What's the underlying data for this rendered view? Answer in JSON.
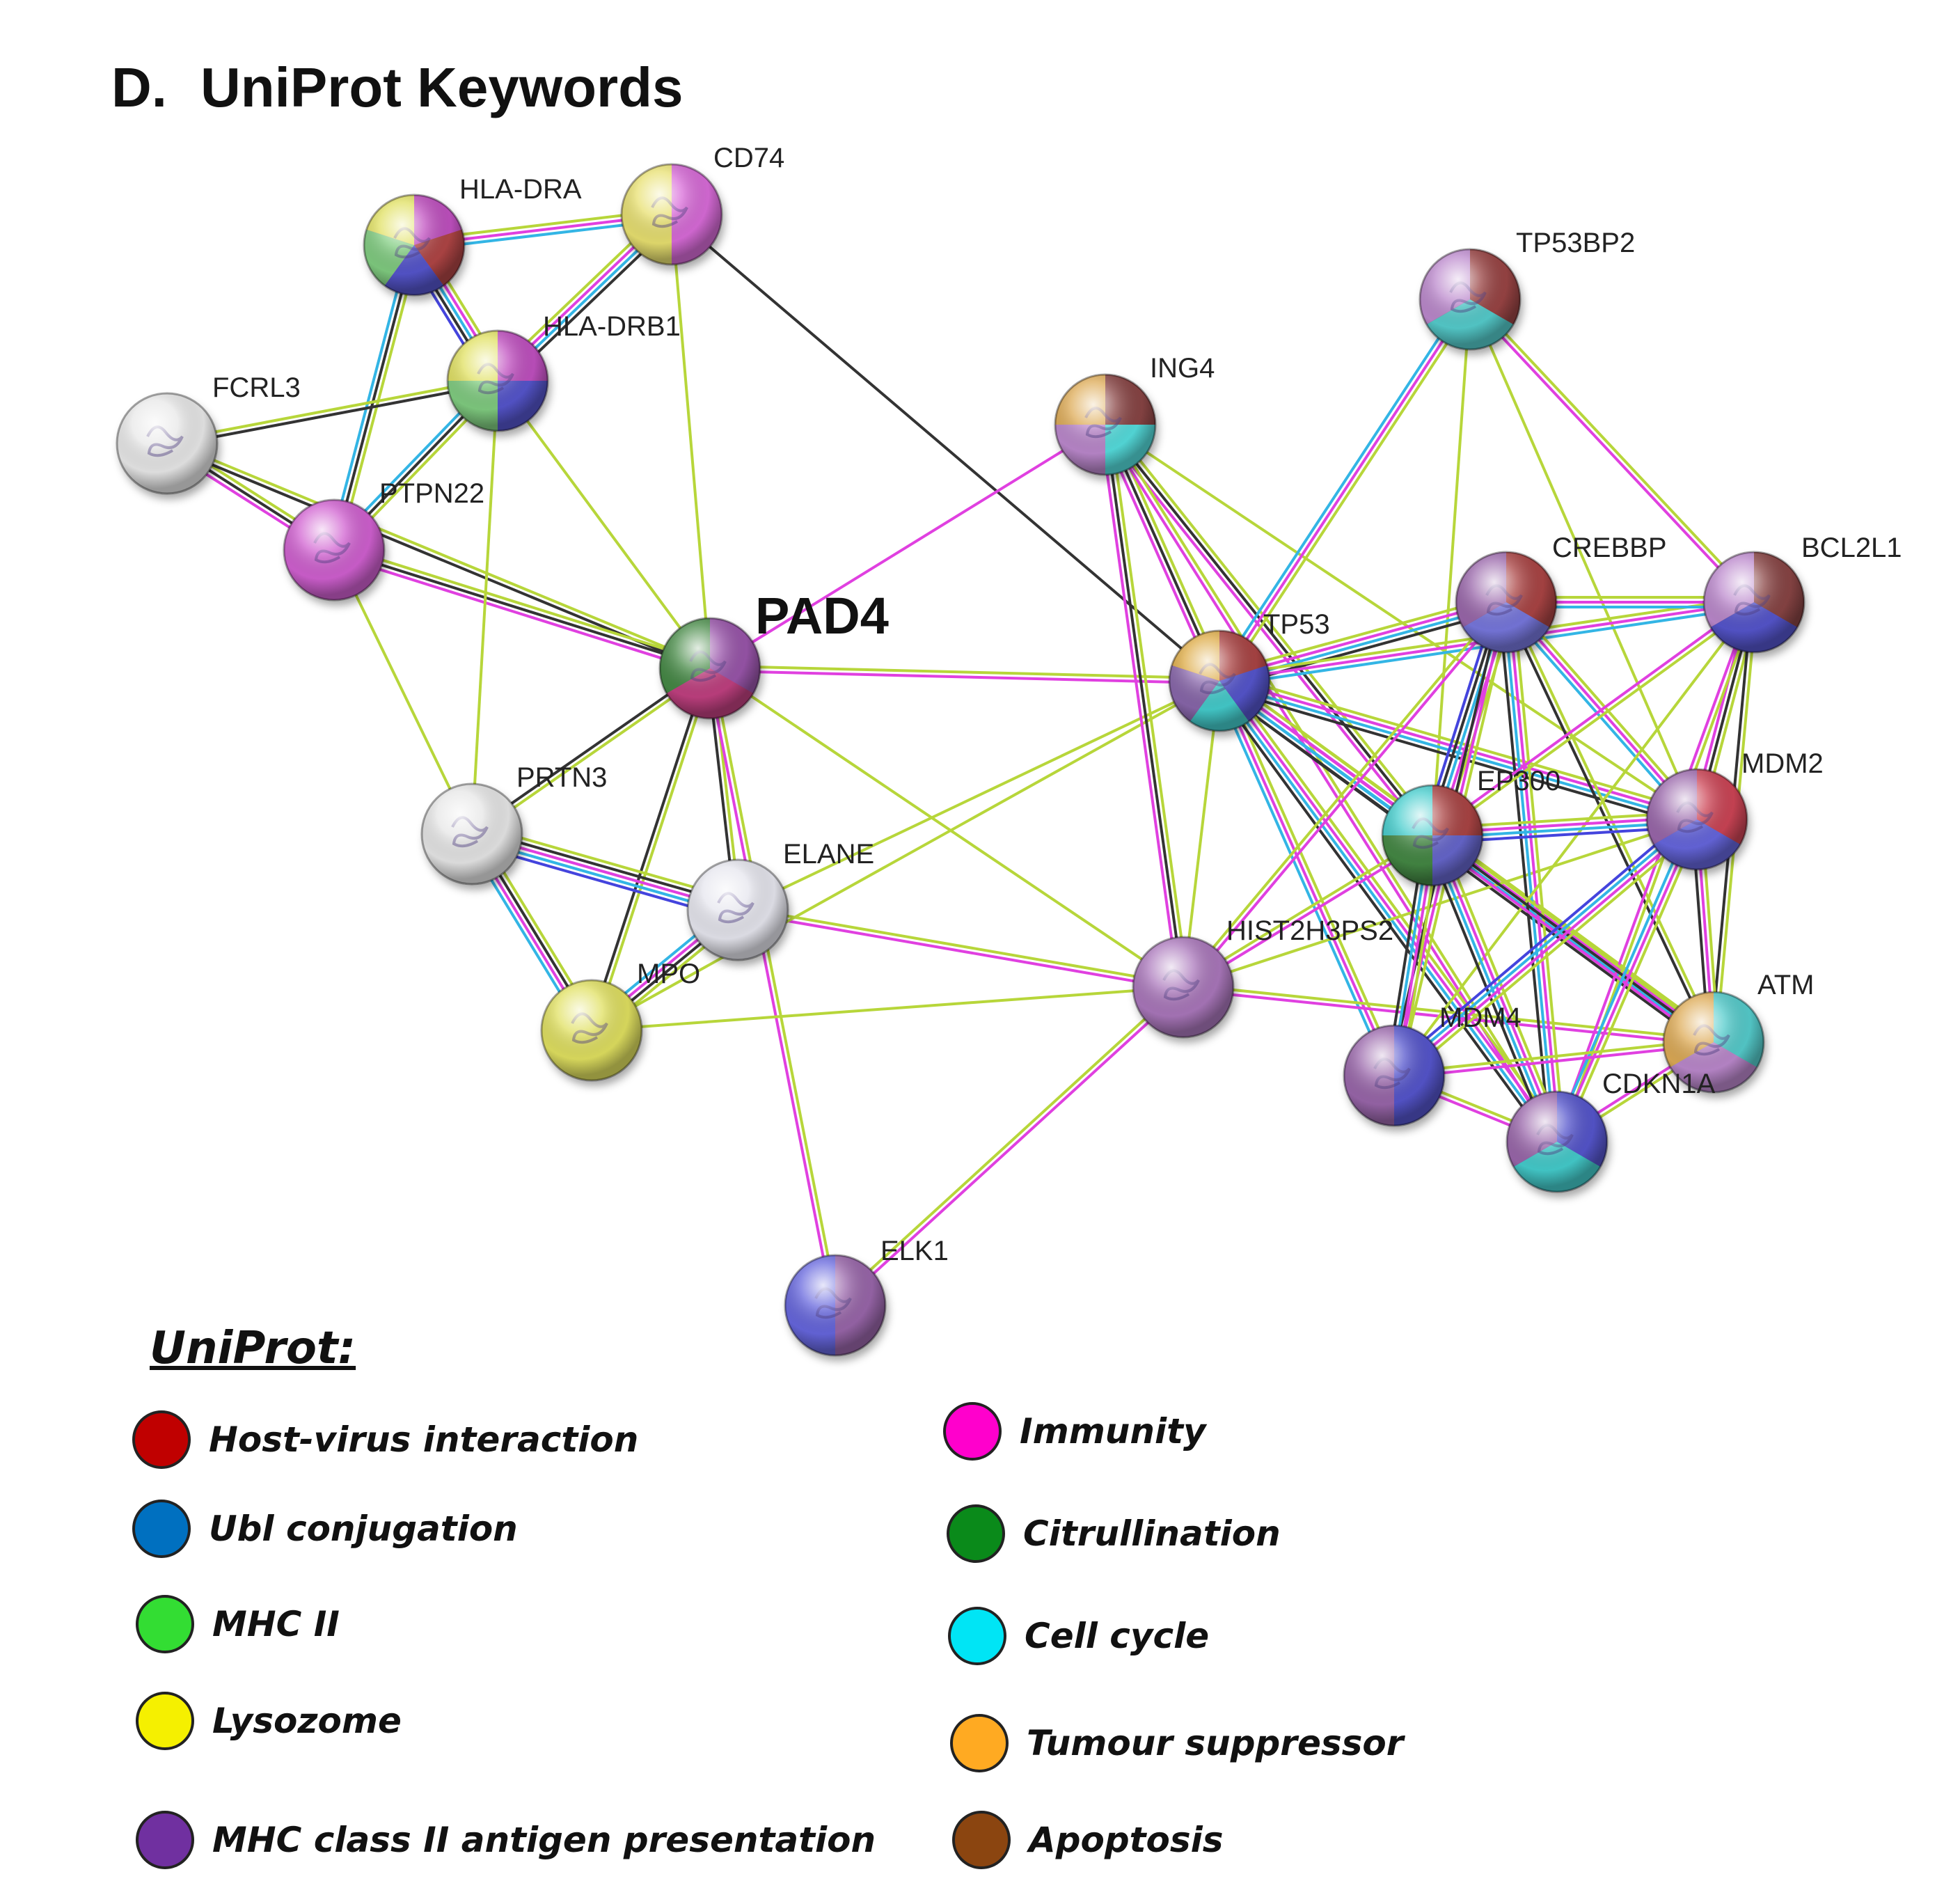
{
  "panel": {
    "letter": "D.",
    "title": "UniProt Keywords"
  },
  "legend": {
    "heading": "UniProt:",
    "items": [
      {
        "key": "host_virus",
        "label": "Host-virus interaction",
        "color": "#c00000"
      },
      {
        "key": "ubl",
        "label": "Ubl conjugation",
        "color": "#0070c0"
      },
      {
        "key": "mhc2",
        "label": "MHC II",
        "color": "#33dd33"
      },
      {
        "key": "lysosome",
        "label": "Lysozome",
        "color": "#f5f000"
      },
      {
        "key": "mhc2_antigen",
        "label": "MHC class II antigen presentation",
        "color": "#7030a0"
      },
      {
        "key": "immunity",
        "label": "Immunity",
        "color": "#ff00cc"
      },
      {
        "key": "citrullination",
        "label": "Citrullination",
        "color": "#0a8a1a"
      },
      {
        "key": "cell_cycle",
        "label": "Cell cycle",
        "color": "#00e5f5"
      },
      {
        "key": "tumour",
        "label": "Tumour suppressor",
        "color": "#ffaa22"
      },
      {
        "key": "apoptosis",
        "label": "Apoptosis",
        "color": "#8b4510"
      }
    ]
  },
  "network": {
    "edge_colors": {
      "textmining": "#b7d63a",
      "coexpression": "#333333",
      "experiments": "#e040e0",
      "databases": "#33b5e5",
      "homology": "#4444dd"
    },
    "nodes": [
      {
        "id": "CD74",
        "label": "CD74",
        "slices": [
          "#d86bd8",
          "#e8e070"
        ]
      },
      {
        "id": "HLA-DRA",
        "label": "HLA-DRA",
        "slices": [
          "#c050c0",
          "#b04545",
          "#5555cc",
          "#80cc80",
          "#e0e060"
        ]
      },
      {
        "id": "HLA-DRB1",
        "label": "HLA-DRB1",
        "slices": [
          "#c050c0",
          "#5555cc",
          "#80cc80",
          "#e0e060"
        ]
      },
      {
        "id": "FCRL3",
        "label": "FCRL3",
        "slices": [
          "#e8e8e8"
        ]
      },
      {
        "id": "PTPN22",
        "label": "PTPN22",
        "slices": [
          "#d060d0"
        ]
      },
      {
        "id": "PAD4",
        "label": "PAD4",
        "slices": [
          "#9955aa",
          "#c04080",
          "#448844"
        ]
      },
      {
        "id": "PRTN3",
        "label": "PRTN3",
        "slices": [
          "#e6e6e6"
        ]
      },
      {
        "id": "ELANE",
        "label": "ELANE",
        "slices": [
          "#e6e6ee"
        ]
      },
      {
        "id": "MPO",
        "label": "MPO",
        "slices": [
          "#e0e060"
        ]
      },
      {
        "id": "ELK1",
        "label": "ELK1",
        "slices": [
          "#9966aa",
          "#6666dd"
        ]
      },
      {
        "id": "HIST2H3PS2",
        "label": "HIST2H3PS2",
        "slices": [
          "#aa77bb"
        ]
      },
      {
        "id": "ING4",
        "label": "ING4",
        "slices": [
          "#884444",
          "#55dddd",
          "#bb88cc",
          "#ddaa55"
        ]
      },
      {
        "id": "TP53",
        "label": "TP53",
        "slices": [
          "#aa4444",
          "#5555cc",
          "#44cccc",
          "#8866aa",
          "#ddaa44"
        ]
      },
      {
        "id": "TP53BP2",
        "label": "TP53BP2",
        "slices": [
          "#994444",
          "#55cccc",
          "#bb88cc"
        ]
      },
      {
        "id": "CREBBP",
        "label": "CREBBP",
        "slices": [
          "#aa4444",
          "#7777dd",
          "#9966aa"
        ]
      },
      {
        "id": "BCL2L1",
        "label": "BCL2L1",
        "slices": [
          "#884444",
          "#5555cc",
          "#bb88cc"
        ]
      },
      {
        "id": "EP300",
        "label": "EP300",
        "slices": [
          "#aa4444",
          "#6666cc",
          "#448844",
          "#44cccc"
        ]
      },
      {
        "id": "MDM2",
        "label": "MDM2",
        "slices": [
          "#cc4455",
          "#6666dd",
          "#9966aa"
        ]
      },
      {
        "id": "MDM4",
        "label": "MDM4",
        "slices": [
          "#5555cc",
          "#9966aa"
        ]
      },
      {
        "id": "ATM",
        "label": "ATM",
        "slices": [
          "#55cccc",
          "#bb88cc",
          "#ddaa55"
        ]
      },
      {
        "id": "CDKN1A",
        "label": "CDKN1A",
        "slices": [
          "#5555cc",
          "#44cccc",
          "#9966aa"
        ]
      }
    ],
    "edges": [
      {
        "a": "HLA-DRA",
        "b": "CD74",
        "types": [
          "textmining",
          "experiments",
          "databases"
        ]
      },
      {
        "a": "HLA-DRA",
        "b": "HLA-DRB1",
        "types": [
          "textmining",
          "experiments",
          "databases",
          "coexpression",
          "homology"
        ]
      },
      {
        "a": "HLA-DRB1",
        "b": "CD74",
        "types": [
          "textmining",
          "experiments",
          "databases",
          "coexpression"
        ]
      },
      {
        "a": "HLA-DRA",
        "b": "PTPN22",
        "types": [
          "textmining",
          "coexpression",
          "databases"
        ]
      },
      {
        "a": "HLA-DRB1",
        "b": "PTPN22",
        "types": [
          "textmining",
          "coexpression",
          "databases"
        ]
      },
      {
        "a": "FCRL3",
        "b": "HLA-DRB1",
        "types": [
          "textmining",
          "coexpression"
        ]
      },
      {
        "a": "FCRL3",
        "b": "PTPN22",
        "types": [
          "textmining",
          "coexpression",
          "experiments"
        ]
      },
      {
        "a": "FCRL3",
        "b": "PAD4",
        "types": [
          "textmining",
          "coexpression"
        ]
      },
      {
        "a": "PTPN22",
        "b": "PAD4",
        "types": [
          "textmining",
          "coexpression",
          "experiments"
        ]
      },
      {
        "a": "CD74",
        "b": "PAD4",
        "types": [
          "textmining"
        ]
      },
      {
        "a": "CD74",
        "b": "TP53",
        "types": [
          "coexpression"
        ]
      },
      {
        "a": "HLA-DRB1",
        "b": "PAD4",
        "types": [
          "textmining"
        ]
      },
      {
        "a": "HLA-DRB1",
        "b": "PRTN3",
        "types": [
          "textmining"
        ]
      },
      {
        "a": "PTPN22",
        "b": "PRTN3",
        "types": [
          "textmining"
        ]
      },
      {
        "a": "PAD4",
        "b": "ING4",
        "types": [
          "experiments"
        ]
      },
      {
        "a": "PAD4",
        "b": "TP53",
        "types": [
          "textmining",
          "experiments"
        ]
      },
      {
        "a": "PAD4",
        "b": "PRTN3",
        "types": [
          "textmining",
          "coexpression"
        ]
      },
      {
        "a": "PAD4",
        "b": "ELANE",
        "types": [
          "textmining",
          "coexpression"
        ]
      },
      {
        "a": "PAD4",
        "b": "MPO",
        "types": [
          "textmining",
          "coexpression"
        ]
      },
      {
        "a": "PAD4",
        "b": "ELK1",
        "types": [
          "textmining",
          "experiments"
        ]
      },
      {
        "a": "PAD4",
        "b": "HIST2H3PS2",
        "types": [
          "textmining"
        ]
      },
      {
        "a": "PRTN3",
        "b": "ELANE",
        "types": [
          "textmining",
          "coexpression",
          "experiments",
          "databases",
          "homology"
        ]
      },
      {
        "a": "PRTN3",
        "b": "MPO",
        "types": [
          "textmining",
          "coexpression",
          "experiments",
          "databases"
        ]
      },
      {
        "a": "ELANE",
        "b": "MPO",
        "types": [
          "textmining",
          "coexpression",
          "experiments",
          "databases"
        ]
      },
      {
        "a": "ELANE",
        "b": "TP53",
        "types": [
          "textmining"
        ]
      },
      {
        "a": "ELANE",
        "b": "HIST2H3PS2",
        "types": [
          "textmining",
          "experiments"
        ]
      },
      {
        "a": "MPO",
        "b": "TP53",
        "types": [
          "textmining"
        ]
      },
      {
        "a": "MPO",
        "b": "HIST2H3PS2",
        "types": [
          "textmining"
        ]
      },
      {
        "a": "ELK1",
        "b": "HIST2H3PS2",
        "types": [
          "textmining",
          "experiments"
        ]
      },
      {
        "a": "ING4",
        "b": "TP53",
        "types": [
          "textmining",
          "coexpression",
          "experiments"
        ]
      },
      {
        "a": "ING4",
        "b": "HIST2H3PS2",
        "types": [
          "textmining",
          "coexpression",
          "experiments"
        ]
      },
      {
        "a": "ING4",
        "b": "EP300",
        "types": [
          "textmining",
          "coexpression",
          "experiments"
        ]
      },
      {
        "a": "ING4",
        "b": "CDKN1A",
        "types": [
          "textmining",
          "experiments"
        ]
      },
      {
        "a": "ING4",
        "b": "MDM2",
        "types": [
          "textmining"
        ]
      },
      {
        "a": "TP53BP2",
        "b": "TP53",
        "types": [
          "textmining",
          "experiments",
          "databases"
        ]
      },
      {
        "a": "TP53BP2",
        "b": "BCL2L1",
        "types": [
          "textmining",
          "experiments"
        ]
      },
      {
        "a": "TP53BP2",
        "b": "EP300",
        "types": [
          "textmining"
        ]
      },
      {
        "a": "TP53BP2",
        "b": "MDM2",
        "types": [
          "textmining"
        ]
      },
      {
        "a": "TP53",
        "b": "CREBBP",
        "types": [
          "textmining",
          "experiments",
          "databases",
          "coexpression"
        ]
      },
      {
        "a": "TP53",
        "b": "BCL2L1",
        "types": [
          "textmining",
          "experiments",
          "databases"
        ]
      },
      {
        "a": "TP53",
        "b": "EP300",
        "types": [
          "textmining",
          "experiments",
          "databases",
          "coexpression"
        ]
      },
      {
        "a": "TP53",
        "b": "MDM2",
        "types": [
          "textmining",
          "experiments",
          "databases",
          "coexpression"
        ]
      },
      {
        "a": "TP53",
        "b": "MDM4",
        "types": [
          "textmining",
          "experiments",
          "databases"
        ]
      },
      {
        "a": "TP53",
        "b": "ATM",
        "types": [
          "textmining",
          "experiments",
          "databases",
          "coexpression"
        ]
      },
      {
        "a": "TP53",
        "b": "CDKN1A",
        "types": [
          "textmining",
          "experiments",
          "databases",
          "coexpression"
        ]
      },
      {
        "a": "TP53",
        "b": "HIST2H3PS2",
        "types": [
          "textmining"
        ]
      },
      {
        "a": "HIST2H3PS2",
        "b": "EP300",
        "types": [
          "textmining",
          "experiments"
        ]
      },
      {
        "a": "HIST2H3PS2",
        "b": "CREBBP",
        "types": [
          "textmining",
          "experiments"
        ]
      },
      {
        "a": "HIST2H3PS2",
        "b": "ATM",
        "types": [
          "textmining",
          "experiments"
        ]
      },
      {
        "a": "HIST2H3PS2",
        "b": "MDM2",
        "types": [
          "textmining"
        ]
      },
      {
        "a": "CREBBP",
        "b": "BCL2L1",
        "types": [
          "textmining",
          "experiments",
          "databases"
        ]
      },
      {
        "a": "CREBBP",
        "b": "EP300",
        "types": [
          "textmining",
          "experiments",
          "databases",
          "coexpression",
          "homology"
        ]
      },
      {
        "a": "CREBBP",
        "b": "MDM2",
        "types": [
          "textmining",
          "experiments",
          "databases"
        ]
      },
      {
        "a": "CREBBP",
        "b": "MDM4",
        "types": [
          "textmining",
          "experiments",
          "coexpression"
        ]
      },
      {
        "a": "CREBBP",
        "b": "ATM",
        "types": [
          "textmining",
          "coexpression"
        ]
      },
      {
        "a": "CREBBP",
        "b": "CDKN1A",
        "types": [
          "textmining",
          "experiments",
          "databases",
          "coexpression"
        ]
      },
      {
        "a": "BCL2L1",
        "b": "EP300",
        "types": [
          "textmining",
          "experiments"
        ]
      },
      {
        "a": "BCL2L1",
        "b": "MDM2",
        "types": [
          "textmining",
          "coexpression",
          "experiments"
        ]
      },
      {
        "a": "BCL2L1",
        "b": "ATM",
        "types": [
          "textmining",
          "coexpression"
        ]
      },
      {
        "a": "BCL2L1",
        "b": "CDKN1A",
        "types": [
          "textmining",
          "experiments"
        ]
      },
      {
        "a": "BCL2L1",
        "b": "MDM4",
        "types": [
          "textmining"
        ]
      },
      {
        "a": "EP300",
        "b": "MDM2",
        "types": [
          "textmining",
          "experiments",
          "databases",
          "homology"
        ]
      },
      {
        "a": "EP300",
        "b": "MDM4",
        "types": [
          "textmining",
          "experiments",
          "databases",
          "coexpression"
        ]
      },
      {
        "a": "EP300",
        "b": "ATM",
        "types": [
          "textmining",
          "coexpression",
          "experiments"
        ]
      },
      {
        "a": "EP300",
        "b": "CDKN1A",
        "types": [
          "textmining",
          "experiments",
          "databases",
          "coexpression"
        ]
      },
      {
        "a": "MDM2",
        "b": "MDM4",
        "types": [
          "textmining",
          "experiments",
          "databases",
          "homology"
        ]
      },
      {
        "a": "MDM2",
        "b": "ATM",
        "types": [
          "textmining",
          "experiments",
          "coexpression"
        ]
      },
      {
        "a": "MDM2",
        "b": "CDKN1A",
        "types": [
          "textmining",
          "experiments",
          "databases"
        ]
      },
      {
        "a": "MDM4",
        "b": "ATM",
        "types": [
          "textmining",
          "experiments"
        ]
      },
      {
        "a": "MDM4",
        "b": "CDKN1A",
        "types": [
          "textmining",
          "experiments"
        ]
      },
      {
        "a": "ATM",
        "b": "CDKN1A",
        "types": [
          "textmining",
          "experiments"
        ]
      }
    ]
  }
}
